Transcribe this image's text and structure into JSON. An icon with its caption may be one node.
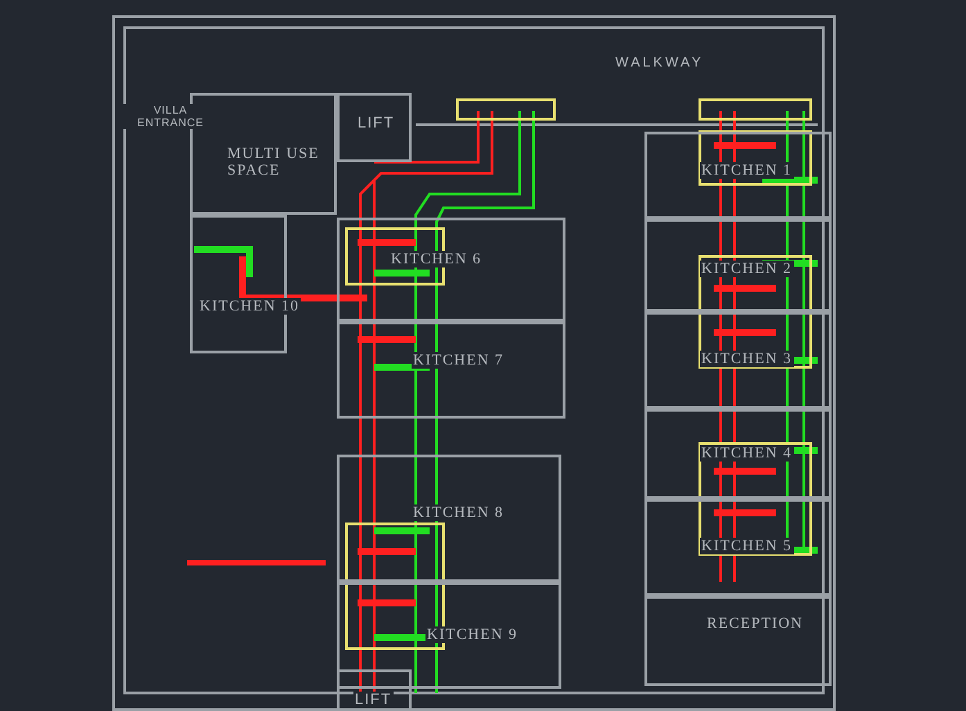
{
  "diagram": {
    "nodes": [
      {
        "text": [
          "LIFT"
        ]
      },
      {
        "text": [
          "MULTI USE SPACE"
        ]
      },
      {
        "text": [
          "KITCHEN 10"
        ]
      },
      {
        "text": [
          "KITCHEN 6"
        ]
      },
      {
        "text": [
          "KITCHEN 7"
        ]
      },
      {
        "text": [
          "KITCHEN 1"
        ]
      },
      {
        "text": [
          "KITCHEN 2"
        ]
      },
      {
        "text": [
          "KITCHEN 3"
        ]
      },
      {
        "text": [
          "KITCHEN 4"
        ]
      },
      {
        "text": [
          "KITCHEN 8"
        ]
      },
      {
        "text": [
          "KITCHEN 5"
        ]
      },
      {
        "text": [
          "KITCHEN 9"
        ]
      },
      {
        "text": [
          "RECEPTION"
        ]
      },
      {
        "text": [
          "LIFT"
        ]
      }
    ],
    "edges": [],
    "labels": [
      "WALKWAY",
      "VILLA ENTRANCE"
    ]
  }
}
